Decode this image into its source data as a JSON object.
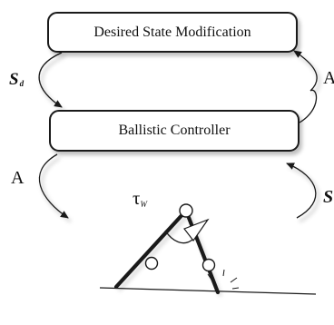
{
  "boxes": {
    "desired_state": "Desired State Modification",
    "ballistic": "Ballistic Controller"
  },
  "labels": {
    "sd_symbol": "S",
    "sd_subscript": "d",
    "a_right": "A",
    "a_left": "A",
    "s_right": "S",
    "tau_symbol": "τ",
    "tau_subscript": "W"
  },
  "colors": {
    "stroke": "#1a1a1a",
    "background": "#ffffff"
  }
}
